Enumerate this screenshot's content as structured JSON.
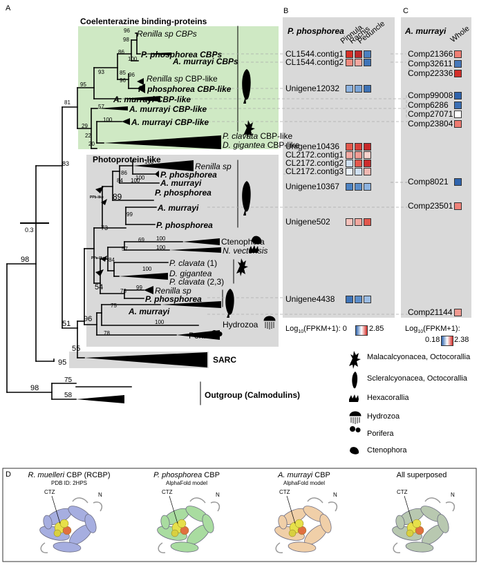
{
  "panels": {
    "A": "A",
    "B": "B",
    "C": "C",
    "D": "D"
  },
  "tree": {
    "group_cbp_title": "Coelenterazine binding-proteins",
    "group_photo_title": "Photoprotein-like",
    "scale_label": "0.3",
    "leaves": {
      "renilla_cbps": "Renilla sp CBPs",
      "pphos_cbps": "P. phosphorea CBPs",
      "amurr_cbps": "A. murrayi CBPs",
      "renilla_cbplike": "Renilla sp CBP-like",
      "pphos_cbplike": "P. phosphorea CBP-like",
      "amurr_cbplike_1": "A. murrayi CBP-like",
      "amurr_cbplike_2": "A. murrayi CBP-like",
      "amurr_cbplike_3": "A. murrayi CBP-like",
      "pclavata_cbplike": "P. clavata CBP-like",
      "dgigantea_cbplike": "D. gigantea CBP-like",
      "renilla_sp_1": "Renilla sp",
      "pphos_1": "P. phosphorea",
      "amurr_1": "A. murrayi",
      "pphos_2": "P. phosphorea",
      "amurr_2": "A. murrayi",
      "pphos_3": "P. phosphorea",
      "ctenophora": "Ctenophora",
      "nvectensis": "N. vectensis",
      "pclavata_1": "P. clavata (1)",
      "dgigantea": "D. gigantea",
      "pclavata_23": "P. clavata (2,3)",
      "renilla_sp_2": "Renilla sp",
      "pphos_4": "P. phosphorea",
      "amurr_3": "A. murrayi",
      "hydrozoa": "Hydrozoa",
      "porifera": "Porifera",
      "sarc": "SARC",
      "outgroup": "Outgroup (Calmodulins)"
    },
    "support": {
      "n96a": "96",
      "n98": "98",
      "n100a": "100",
      "n86": "86",
      "n85": "85",
      "n96b": "96",
      "n96c": "96",
      "n93": "93",
      "n95": "95",
      "n81": "81",
      "n57": "57",
      "n100b": "100",
      "n29": "29",
      "n22": "22",
      "n20": "20",
      "n83": "83",
      "n100c": "100",
      "n86b": "86",
      "n100d": "100",
      "n84": "84",
      "n100e": "100",
      "n89": "89",
      "n99": "99",
      "n73a": "73",
      "n69": "69",
      "n100f": "100",
      "n100g": "100",
      "n57b": "57",
      "n84b": "84",
      "n100h": "100",
      "n73b": "73",
      "n99b": "99",
      "n54": "54",
      "n75": "75",
      "n100i": "100",
      "n96d": "96",
      "n78": "78",
      "n51": "51",
      "n98b": "98",
      "n55": "55",
      "n95b": "95",
      "n98c": "98",
      "n75b": "75",
      "n58": "58"
    },
    "ppb_label": "PPb-like",
    "ppa_label": "PPa-like"
  },
  "heatmap_b": {
    "title": "P. phosphorea",
    "columns": [
      "Pinnula",
      "Rachis",
      "Peduncle"
    ],
    "rows": [
      {
        "id": "CL1544.contig1",
        "colors": [
          "#d73027",
          "#c0282a",
          "#4a7fc0"
        ]
      },
      {
        "id": "CL1544.contig2",
        "colors": [
          "#f08a7e",
          "#f5a7a0",
          "#3f74b8"
        ]
      },
      {
        "id": "Unigene12032",
        "colors": [
          "#8db3e0",
          "#7aa5d8",
          "#3d72b6"
        ]
      },
      {
        "id": "Unigene10436",
        "colors": [
          "#e2584c",
          "#d8403a",
          "#c82a2a"
        ]
      },
      {
        "id": "CL2172.contig1",
        "colors": [
          "#f4aaa3",
          "#f19c94",
          "#f8d2cc"
        ]
      },
      {
        "id": "CL2172.contig2",
        "colors": [
          "#cfe0f2",
          "#e6584d",
          "#cd2d2d"
        ]
      },
      {
        "id": "CL2172.contig3",
        "colors": [
          "#e8f0fa",
          "#cfe0f2",
          "#f0b8b2"
        ]
      },
      {
        "id": "Unigene10367",
        "colors": [
          "#4c82c2",
          "#5a8dca",
          "#8db3e0"
        ]
      },
      {
        "id": "Unigene502",
        "colors": [
          "#f6c2bc",
          "#f2a79f",
          "#e2574d"
        ]
      },
      {
        "id": "Unigene4438",
        "colors": [
          "#3f74b8",
          "#5c8ecb",
          "#9cbde4"
        ]
      }
    ],
    "scale_label": "Log",
    "scale_sub": "10",
    "scale_rest": "(FPKM+1):",
    "scale_min": "0",
    "scale_max": "2.85"
  },
  "heatmap_c": {
    "title": "A. murrayi",
    "column": "Whole",
    "rows": [
      {
        "id": "Comp21366",
        "color": "#ef7e74"
      },
      {
        "id": "Comp32611",
        "color": "#4578bb"
      },
      {
        "id": "Comp22336",
        "color": "#d42f2a"
      },
      {
        "id": "Comp99008",
        "color": "#2f64ad"
      },
      {
        "id": "Comp6286",
        "color": "#3a6fb4"
      },
      {
        "id": "Comp27071",
        "color": "#ffffff"
      },
      {
        "id": "Comp23804",
        "color": "#ee7a70"
      },
      {
        "id": "Comp8021",
        "color": "#2f64ad"
      },
      {
        "id": "Comp23501",
        "color": "#ef8279"
      },
      {
        "id": "Comp21144",
        "color": "#f29a91"
      }
    ],
    "scale_label": "Log",
    "scale_sub": "10",
    "scale_rest": "(FPKM+1):",
    "scale_min": "0.18",
    "scale_max": "2.38"
  },
  "legend": [
    {
      "icon": "malacalcyonacea-icon",
      "label": "Malacalcyonacea, Octocorallia"
    },
    {
      "icon": "scleralcyonacea-icon",
      "label": "Scleralcyonacea, Octocorallia"
    },
    {
      "icon": "hexacorallia-icon",
      "label": "Hexacorallia"
    },
    {
      "icon": "hydrozoa-icon",
      "label": "Hydrozoa"
    },
    {
      "icon": "porifera-icon",
      "label": "Porifera"
    },
    {
      "icon": "ctenophora-icon",
      "label": "Ctenophora"
    }
  ],
  "structures": [
    {
      "title_italic": "R. muelleri",
      "title_rest": " CBP (RCBP)",
      "subtitle": "PDB ID: 2HPS",
      "ctz": "CTZ",
      "n": "N",
      "color": "#a6aee0"
    },
    {
      "title_italic": "P. phosphorea",
      "title_rest": " CBP",
      "subtitle": "AlphaFold model",
      "ctz": "CTZ",
      "n": "N",
      "color": "#a9dca0"
    },
    {
      "title_italic": "A. murrayi",
      "title_rest": " CBP",
      "subtitle": "AlphaFold model",
      "ctz": "CTZ",
      "n": "N",
      "color": "#f0cfa8"
    },
    {
      "title_italic": "",
      "title_rest": "All superposed",
      "subtitle": "",
      "ctz": "CTZ",
      "n": "N",
      "color": "#b8c8b0"
    }
  ]
}
